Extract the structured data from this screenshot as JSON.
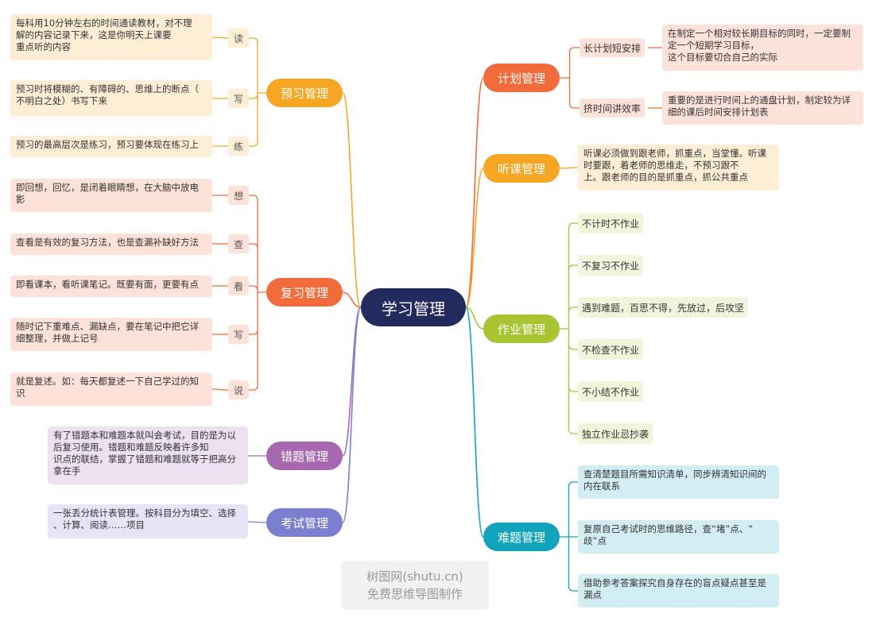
{
  "root": "学习管理",
  "colors": {
    "center": "#232a5e",
    "preview": "#f6a623",
    "review": "#f26b3a",
    "mistake": "#a768b0",
    "exam": "#7c7fd0",
    "plan": "#f26b3a",
    "listen": "#f6a623",
    "homework": "#a8c431",
    "difficult": "#12a3bd"
  },
  "left": {
    "preview": {
      "label": "预习管理",
      "items": [
        {
          "tag": "读",
          "text": "每科用10分钟左右的时间通读教材，对不理\n解的内容记录下来，这是你明天上课要\n重点听的内容"
        },
        {
          "tag": "写",
          "text": "预习时将模糊的、有障碍的、思维上的断点（\n不明白之处）书写下来"
        },
        {
          "tag": "练",
          "text": "预习的最高层次是练习，预习要体现在练习上"
        }
      ]
    },
    "review": {
      "label": "复习管理",
      "items": [
        {
          "tag": "想",
          "text": "即回想，回忆，是闭着眼睛想，在大脑中放电\n影"
        },
        {
          "tag": "查",
          "text": "查看是有效的复习方法，也是查漏补缺好方法"
        },
        {
          "tag": "看",
          "text": "即看课本，看听课笔记。既要有面，更要有点"
        },
        {
          "tag": "写",
          "text": "随时记下重难点、漏缺点，要在笔记中把它详\n细整理，并做上记号"
        },
        {
          "tag": "说",
          "text": "就是复述。如：每天都复述一下自己学过的知\n识"
        }
      ]
    },
    "mistake": {
      "label": "错题管理",
      "text": "有了错题本和难题本就叫会考试，目的是为以\n后复习使用。错题和难题反映着许多知\n识点的联结，掌握了错题和难题就等于把高分\n拿在手"
    },
    "exam": {
      "label": "考试管理",
      "text": "一张丢分统计表管理。按科目分为填空、选择\n、计算、阅读……项目"
    }
  },
  "right": {
    "plan": {
      "label": "计划管理",
      "items": [
        {
          "tag": "长计划短安排",
          "text": "在制定一个相对较长期目标的同时，一定要制\n定一个短期学习目标，\n这个目标要切合自己的实际"
        },
        {
          "tag": "挤时间讲效率",
          "text": "重要的是进行时间上的通盘计划，制定较为详\n细的课后时间安排计划表"
        }
      ]
    },
    "listen": {
      "label": "听课管理",
      "text": "听课必须做到跟老师，抓重点，当堂懂。听课\n时要跟，着老师的思维走，不预习跟不\n上。跟老师的目的是抓重点，抓公共重点"
    },
    "homework": {
      "label": "作业管理",
      "items": [
        "不计时不作业",
        "不复习不作业",
        "遇到难题，百思不得，先放过，后攻坚",
        "不检查不作业",
        "不小结不作业",
        "独立作业忌抄袭"
      ]
    },
    "difficult": {
      "label": "难题管理",
      "items": [
        "查清楚题目所需知识清单，同步辨清知识间的\n内在联系",
        "复原自己考试时的思维路径，查“堵”点、“\n歧”点",
        "借助参考答案探究自身存在的盲点疑点甚至是\n漏点"
      ]
    }
  },
  "watermark": {
    "line1": "树图网(shutu.cn)",
    "line2": "免费思维导图制作"
  }
}
